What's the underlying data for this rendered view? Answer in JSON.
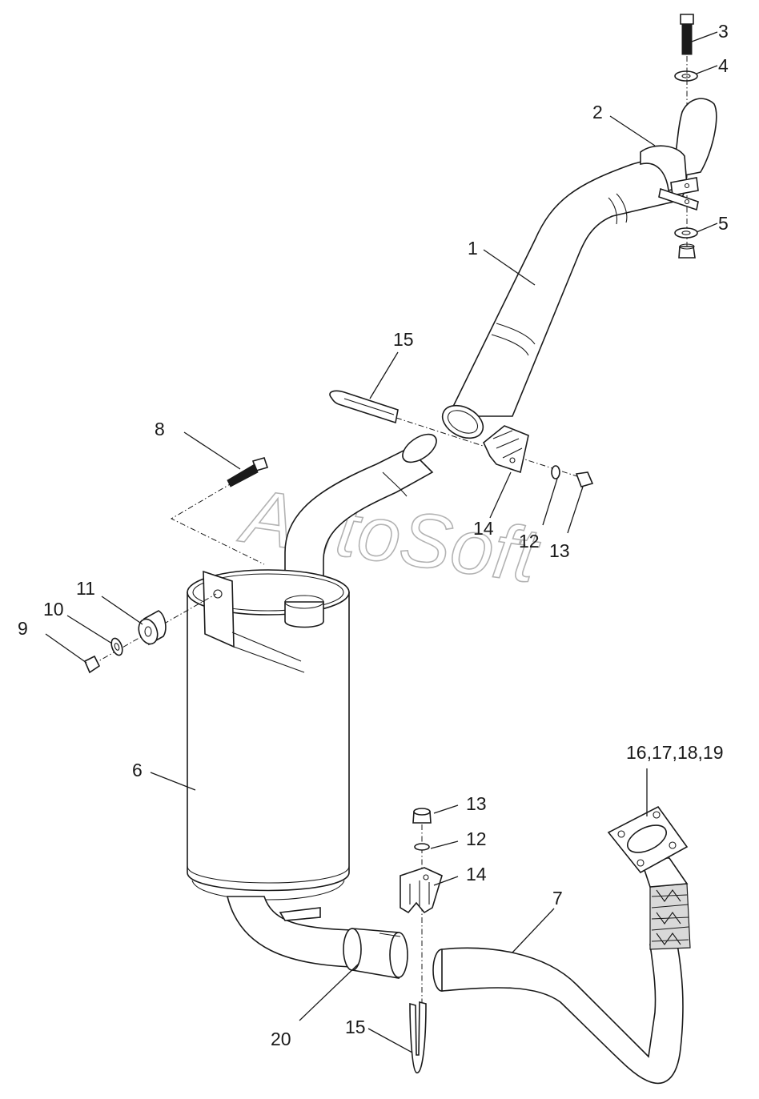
{
  "watermark": "AutoSoft",
  "callouts": {
    "c1": "1",
    "c2": "2",
    "c3": "3",
    "c4": "4",
    "c5": "5",
    "c6": "6",
    "c7": "7",
    "c8": "8",
    "c9": "9",
    "c10": "10",
    "c11": "11",
    "c12_top": "12",
    "c13_top": "13",
    "c14_top": "14",
    "c15_top": "15",
    "c12_bottom": "12",
    "c13_bottom": "13",
    "c14_bottom": "14",
    "c15_bottom": "15",
    "c16_19": "16,17,18,19",
    "c20": "20"
  }
}
